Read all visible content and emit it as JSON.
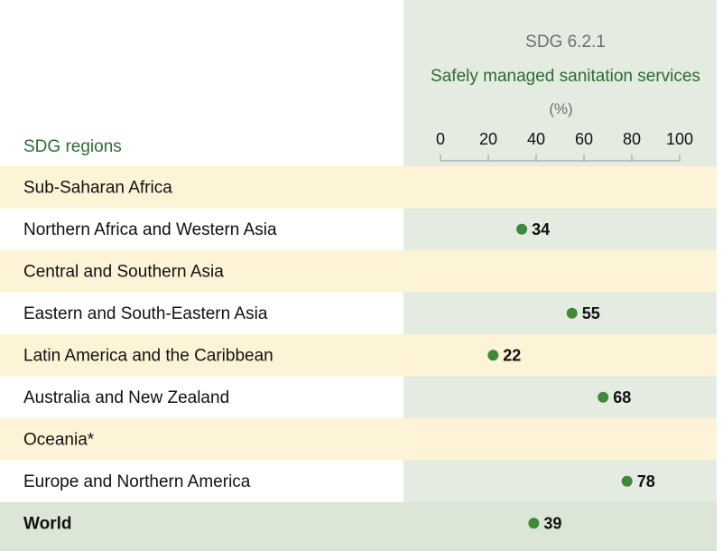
{
  "header": {
    "code": "SDG 6.2.1",
    "indicator": "Safely managed sanitation services",
    "unit": "(%)",
    "regions_heading": "SDG regions"
  },
  "colors": {
    "highlight_row": "#fdf3d6",
    "plot_panel": "#e4ebe1",
    "world_row": "#dbe6d6",
    "dot": "#3e8a3a",
    "heading_text": "#2e6b34",
    "muted_text": "#6f6f6f",
    "body_text": "#111111"
  },
  "chart_data": {
    "type": "scatter",
    "title": "Safely managed sanitation services",
    "subtitle": "SDG 6.2.1",
    "xlabel": "(%)",
    "ylabel": "SDG regions",
    "xlim": [
      0,
      100
    ],
    "xticks": [
      0,
      20,
      40,
      60,
      80,
      100
    ],
    "grid": false,
    "categories": [
      "Sub-Saharan Africa",
      "Northern Africa and Western Asia",
      "Central and Southern Asia",
      "Eastern and South-Eastern Asia",
      "Latin America and the Caribbean",
      "Australia and New Zealand",
      "Oceania*",
      "Europe and Northern America",
      "World"
    ],
    "values": [
      null,
      34,
      null,
      55,
      22,
      68,
      null,
      78,
      39
    ],
    "value_labels": [
      "",
      "34",
      "",
      "55",
      "22",
      "68",
      "",
      "78",
      "39"
    ]
  }
}
